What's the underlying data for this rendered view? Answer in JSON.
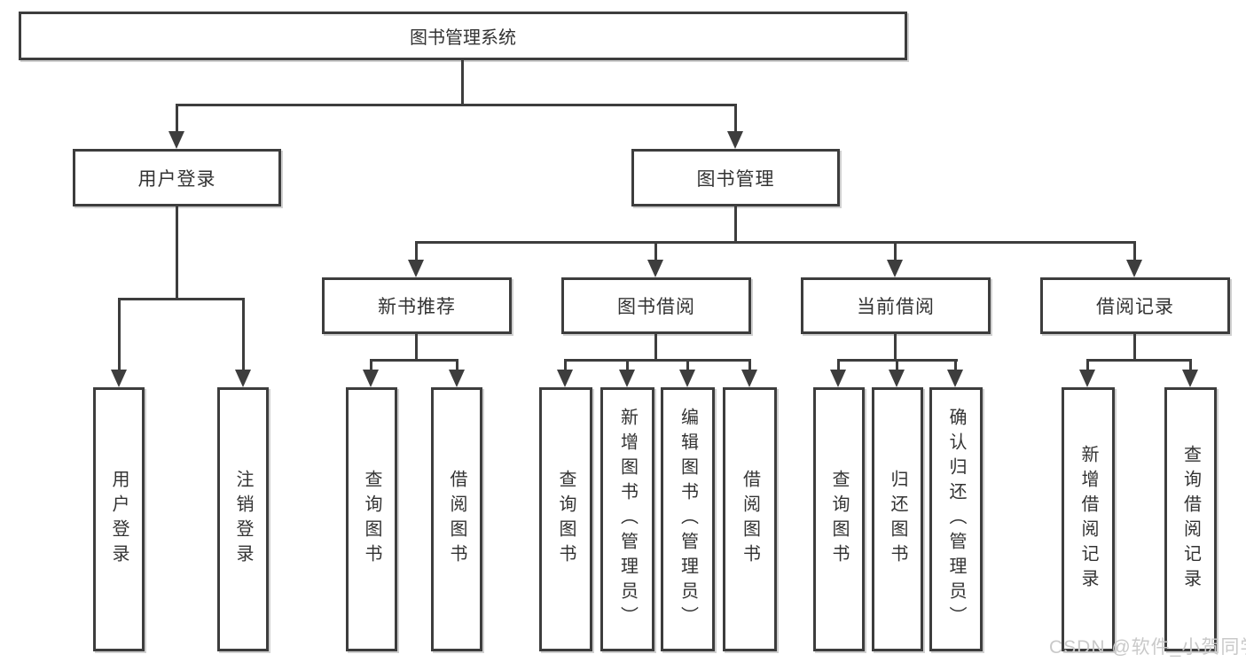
{
  "diagram_type": "functional-structure-tree",
  "tree": {
    "root": {
      "label": "图书管理系统",
      "children": [
        {
          "label": "用户登录",
          "children": [
            {
              "label": "用户登录"
            },
            {
              "label": "注销登录"
            }
          ]
        },
        {
          "label": "图书管理",
          "children": [
            {
              "label": "新书推荐",
              "children": [
                {
                  "label": "查询图书"
                },
                {
                  "label": "借阅图书"
                }
              ]
            },
            {
              "label": "图书借阅",
              "children": [
                {
                  "label": "查询图书"
                },
                {
                  "label": "新增图书（管理员）"
                },
                {
                  "label": "编辑图书（管理员）"
                },
                {
                  "label": "借阅图书"
                }
              ]
            },
            {
              "label": "当前借阅",
              "children": [
                {
                  "label": "查询图书"
                },
                {
                  "label": "归还图书"
                },
                {
                  "label": "确认归还（管理员）"
                }
              ]
            },
            {
              "label": "借阅记录",
              "children": [
                {
                  "label": "新增借阅记录"
                },
                {
                  "label": "查询借阅记录"
                }
              ]
            }
          ]
        }
      ]
    }
  },
  "watermark": {
    "text": "CSDN @软件_小贺同学"
  },
  "colors": {
    "line": "#3d3d3d",
    "text": "#333333",
    "watermark": "#c9c9c9",
    "background": "#ffffff"
  }
}
